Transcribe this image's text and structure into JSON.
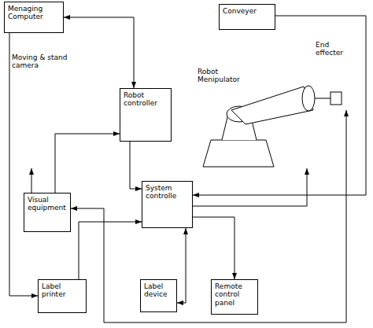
{
  "diagram": {
    "nodes": [
      {
        "text": [
          "Menaging Computer"
        ]
      },
      {
        "text": [
          "Conveyer"
        ]
      },
      {
        "text": [
          "Robot controller"
        ]
      },
      {
        "text": [
          "Visual equipment"
        ]
      },
      {
        "text": [
          "System controlle"
        ]
      },
      {
        "text": [
          "Label printer"
        ]
      },
      {
        "text": [
          "Label device"
        ]
      },
      {
        "text": [
          "Remote control panel"
        ]
      }
    ],
    "edges": [
      {
        "from": 0,
        "to": 2,
        "arrow": "both"
      },
      {
        "from": 0,
        "to": 5,
        "arrow": "to"
      },
      {
        "from": 3,
        "to": 2,
        "arrow": "to"
      },
      {
        "from": 2,
        "to": 4,
        "arrow": "to"
      },
      {
        "from": 1,
        "to": 4,
        "arrow": "to"
      },
      {
        "from": 5,
        "to": 4,
        "arrow": "to"
      },
      {
        "from": 6,
        "to": 4,
        "arrow": "both"
      },
      {
        "from": 4,
        "to": 7,
        "arrow": "to"
      }
    ],
    "labels": [
      "Moving & stand camera",
      "Robot Menipulator",
      "End effecter"
    ]
  }
}
